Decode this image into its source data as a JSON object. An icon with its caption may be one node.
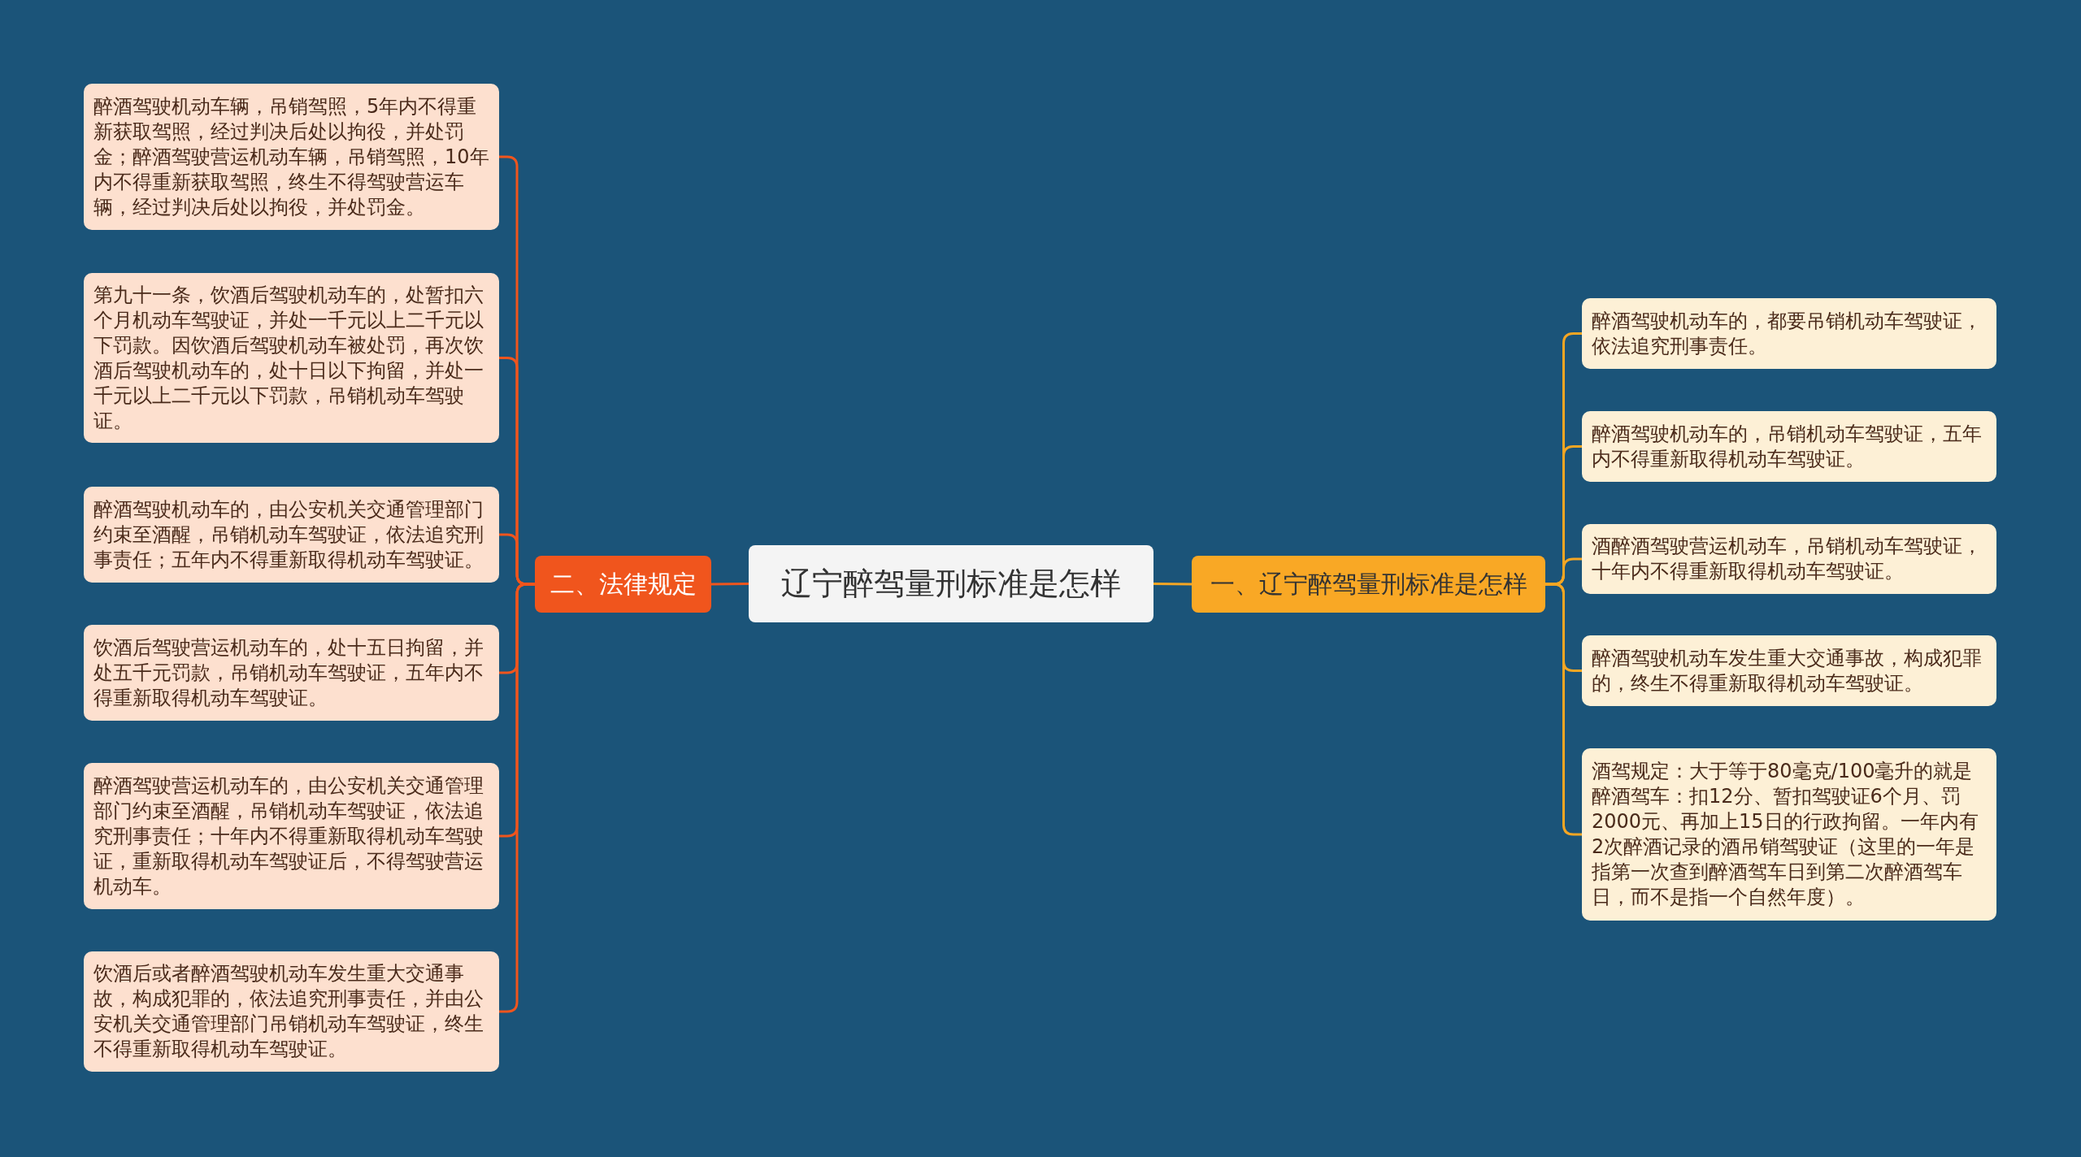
{
  "diagram": {
    "nodes": [
      {
        "text": [
          "辽宁醉驾量刑标准是怎样"
        ]
      },
      {
        "text": [
          "一、辽宁醉驾量刑标准是怎样"
        ]
      },
      {
        "text": [
          "醉酒驾驶机动车的，都要吊销机动车驾驶证，依法追究刑事责任。"
        ]
      },
      {
        "text": [
          "醉酒驾驶机动车的，吊销机动车驾驶证，五年内不得重新取得机动车驾驶证。"
        ]
      },
      {
        "text": [
          "酒醉酒驾驶营运机动车，吊销机动车驾驶证，十年内不得重新取得机动车驾驶证。"
        ]
      },
      {
        "text": [
          "醉酒驾驶机动车发生重大交通事故，构成犯罪的，终生不得重新取得机动车驾驶证。"
        ]
      },
      {
        "text": [
          "酒驾规定：大于等于80毫克/100毫升的就是醉酒驾车：扣12分、暂扣驾驶证6个月、罚2000元、再加上15日的行政拘留。一年内有2次醉酒记录的酒吊销驾驶证（这里的一年是指第一次查到醉酒驾车日到第二次醉酒驾车日，而不是指一个自然年度）。"
        ]
      },
      {
        "text": [
          "二、法律规定"
        ]
      },
      {
        "text": [
          "醉酒驾驶机动车辆，吊销驾照，5年内不得重新获取驾照，经过判决后处以拘役，并处罚金；醉酒驾驶营运机动车辆，吊销驾照，10年内不得重新获取驾照，终生不得驾驶营运车辆，经过判决后处以拘役，并处罚金。"
        ]
      },
      {
        "text": [
          "第九十一条，饮酒后驾驶机动车的，处暂扣六个月机动车驾驶证，并处一千元以上二千元以下罚款。因饮酒后驾驶机动车被处罚，再次饮酒后驾驶机动车的，处十日以下拘留，并处一千元以上二千元以下罚款，吊销机动车驾驶证。"
        ]
      },
      {
        "text": [
          "醉酒驾驶机动车的，由公安机关交通管理部门约束至酒醒，吊销机动车驾驶证，依法追究刑事责任；五年内不得重新取得机动车驾驶证。"
        ]
      },
      {
        "text": [
          "饮酒后驾驶营运机动车的，处十五日拘留，并处五千元罚款，吊销机动车驾驶证，五年内不得重新取得机动车驾驶证。"
        ]
      },
      {
        "text": [
          "醉酒驾驶营运机动车的，由公安机关交通管理部门约束至酒醒，吊销机动车驾驶证，依法追究刑事责任；十年内不得重新取得机动车驾驶证，重新取得机动车驾驶证后，不得驾驶营运机动车。"
        ]
      },
      {
        "text": [
          "饮酒后或者醉酒驾驶机动车发生重大交通事故，构成犯罪的，依法追究刑事责任，并由公安机关交通管理部门吊销机动车驾驶证，终生不得重新取得机动车驾驶证。"
        ]
      }
    ],
    "edges": [
      {
        "from": 0,
        "to": 1,
        "arrow": "none",
        "color": "#f5a623"
      },
      {
        "from": 1,
        "to": 2,
        "arrow": "none",
        "color": "#f5a623"
      },
      {
        "from": 1,
        "to": 3,
        "arrow": "none",
        "color": "#f5a623"
      },
      {
        "from": 1,
        "to": 4,
        "arrow": "none",
        "color": "#f5a623"
      },
      {
        "from": 1,
        "to": 5,
        "arrow": "none",
        "color": "#f5a623"
      },
      {
        "from": 1,
        "to": 6,
        "arrow": "none",
        "color": "#f5a623"
      },
      {
        "from": 0,
        "to": 7,
        "arrow": "none"
      },
      {
        "from": 7,
        "to": 8,
        "arrow": "none"
      },
      {
        "from": 7,
        "to": 9,
        "arrow": "none"
      },
      {
        "from": 7,
        "to": 10,
        "arrow": "none"
      },
      {
        "from": 7,
        "to": 11,
        "arrow": "none"
      },
      {
        "from": 7,
        "to": 12,
        "arrow": "none"
      },
      {
        "from": 7,
        "to": 13,
        "arrow": "none"
      }
    ]
  }
}
